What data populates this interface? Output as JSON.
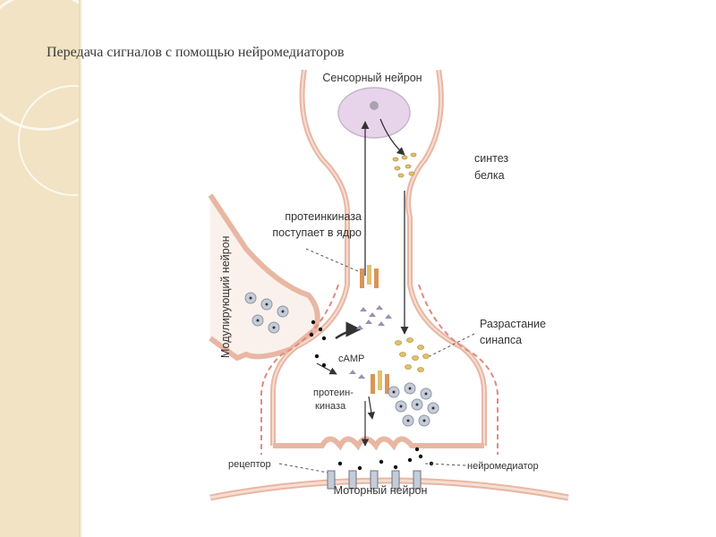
{
  "slide": {
    "title": "Передача сигналов с помощью нейромедиаторов"
  },
  "diagram": {
    "labels": {
      "sensory_neuron": "Сенсорный нейрон",
      "protein_synthesis_1": "синтез",
      "protein_synthesis_2": "белка",
      "kinase_to_nucleus_1": "протеинкиназа",
      "kinase_to_nucleus_2": "поступает в ядро",
      "modulating_neuron": "Модулирующий нейрон",
      "synapse_growth_1": "Разрастание",
      "synapse_growth_2": "синапса",
      "camp": "cAMP",
      "protein_kinase_1": "протеин-",
      "protein_kinase_2": "киназа",
      "receptor": "рецептор",
      "neurotransmitter": "нейромедиатор",
      "motor_neuron": "Моторный нейрон"
    }
  },
  "colors": {
    "membrane": "#e8b7a4",
    "membrane_inner": "#f7ddd2",
    "nucleus": "#e8d4ea",
    "vesicle_fill": "#c5ccd8",
    "protein": "#e2c071",
    "kinase": "#d9955a",
    "accent_band": "#f1e3c3"
  }
}
